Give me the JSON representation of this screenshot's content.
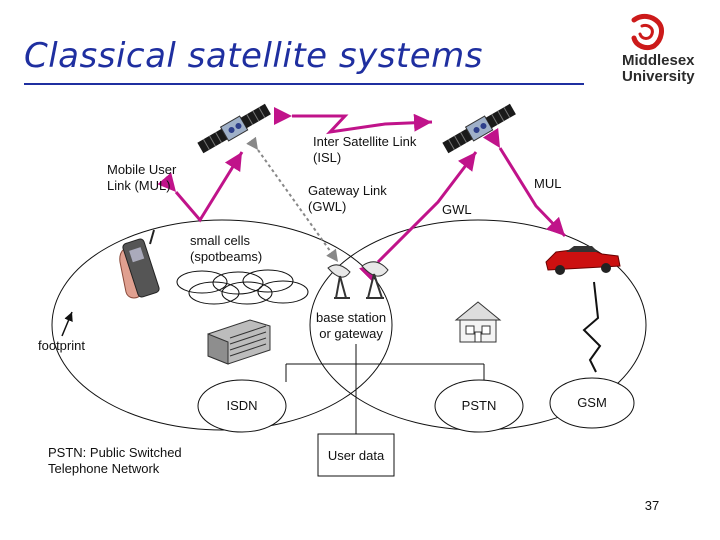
{
  "slide": {
    "title": "Classical satellite systems",
    "page_number": "37"
  },
  "logo": {
    "line1": "Middlesex",
    "line2": "University"
  },
  "labels": {
    "isl": [
      "Inter Satellite Link",
      "(ISL)"
    ],
    "mul_left": [
      "Mobile User",
      "Link (MUL)"
    ],
    "gwl_center": [
      "Gateway Link",
      "(GWL)"
    ],
    "mul_right": "MUL",
    "gwl_right": "GWL",
    "small_cells": [
      "small cells",
      "(spotbeams)"
    ],
    "base_station": [
      "base station",
      "or gateway"
    ],
    "footprint": "footprint",
    "pstn_note": [
      "PSTN: Public Switched",
      "Telephone Network"
    ]
  },
  "networks": {
    "isdn": "ISDN",
    "pstn": "PSTN",
    "gsm": "GSM",
    "user_data": "User data"
  },
  "colors": {
    "title": "#1f2fa0",
    "link": "#c0138a",
    "logo_red": "#cc1a1a",
    "car": "#cc1010"
  }
}
